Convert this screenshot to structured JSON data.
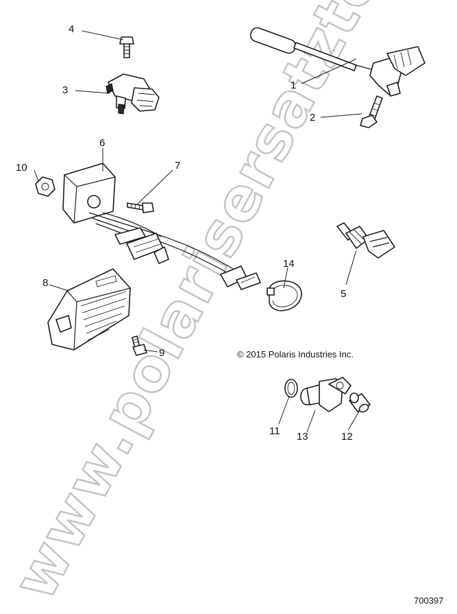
{
  "callouts": [
    "1",
    "2",
    "3",
    "4",
    "5",
    "6",
    "7",
    "8",
    "9",
    "10",
    "11",
    "12",
    "13",
    "14"
  ],
  "copyright": "© 2015 Polaris Industries Inc.",
  "drawing_number": "700397",
  "watermark": "www.polarisersatzteile.de"
}
